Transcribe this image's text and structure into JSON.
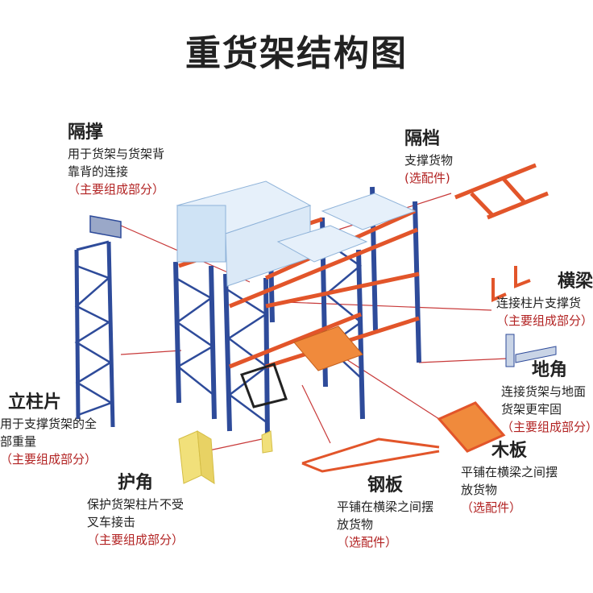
{
  "title": "重货架结构图",
  "colors": {
    "upright": "#2e4b9a",
    "beam": "#e2552a",
    "leader": "#c83a3a",
    "note": "#b22222",
    "pallet": "#cfe3f5",
    "board": "#f08a3c",
    "corner": "#f1e07a"
  },
  "labels": {
    "gegechang": {
      "name": "隔撑",
      "desc": "用于货架与货架背靠背的连接",
      "note": "（主要组成部分）"
    },
    "gedang": {
      "name": "隔档",
      "desc": "支撑货物",
      "note": "(选配件)"
    },
    "hengliang": {
      "name": "横梁",
      "desc": "连接柱片支撑货",
      "note": "（主要组成部分）"
    },
    "dijiao": {
      "name": "地角",
      "desc": "连接货架与地面货架更牢固",
      "note": "（主要组成部分）"
    },
    "lizhupian": {
      "name": "立柱片",
      "desc": "用于支撑货架的全部重量",
      "note": "（主要组成部分）"
    },
    "hujiao": {
      "name": "护角",
      "desc": "保护货架柱片不受叉车接击",
      "note": "（主要组成部分）"
    },
    "gangban": {
      "name": "钢板",
      "desc": "平铺在横梁之间摆放货物",
      "note": "（选配件）"
    },
    "muban": {
      "name": "木板",
      "desc": "平铺在横梁之间摆放货物",
      "note": "（选配件）"
    }
  }
}
